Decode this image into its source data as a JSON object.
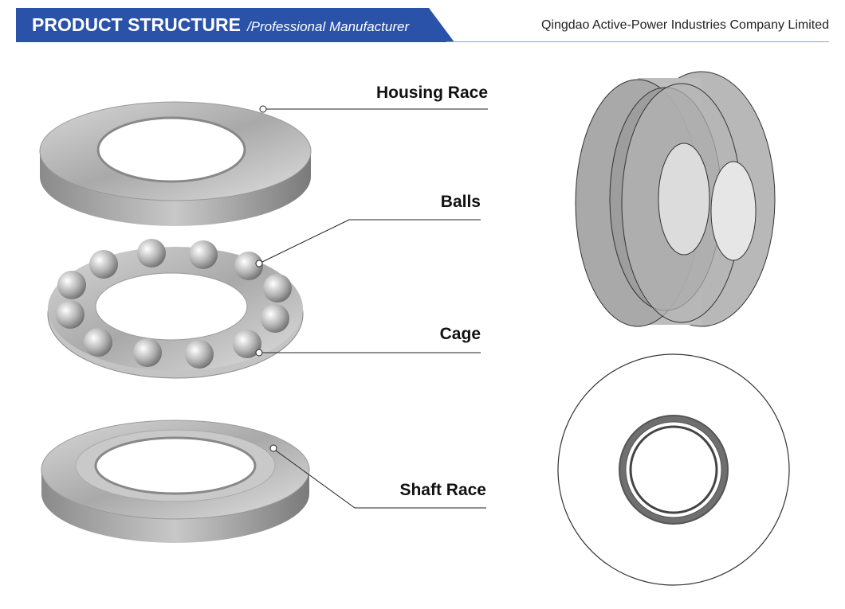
{
  "header": {
    "title": "PRODUCT STRUCTURE",
    "subtitle": "/Professional Manufacturer",
    "company": "Qingdao Active-Power Industries Company Limited",
    "banner_color": "#2a52a8"
  },
  "parts": [
    {
      "label": "Housing Race"
    },
    {
      "label": "Balls"
    },
    {
      "label": "Cage"
    },
    {
      "label": "Shaft Race"
    }
  ]
}
